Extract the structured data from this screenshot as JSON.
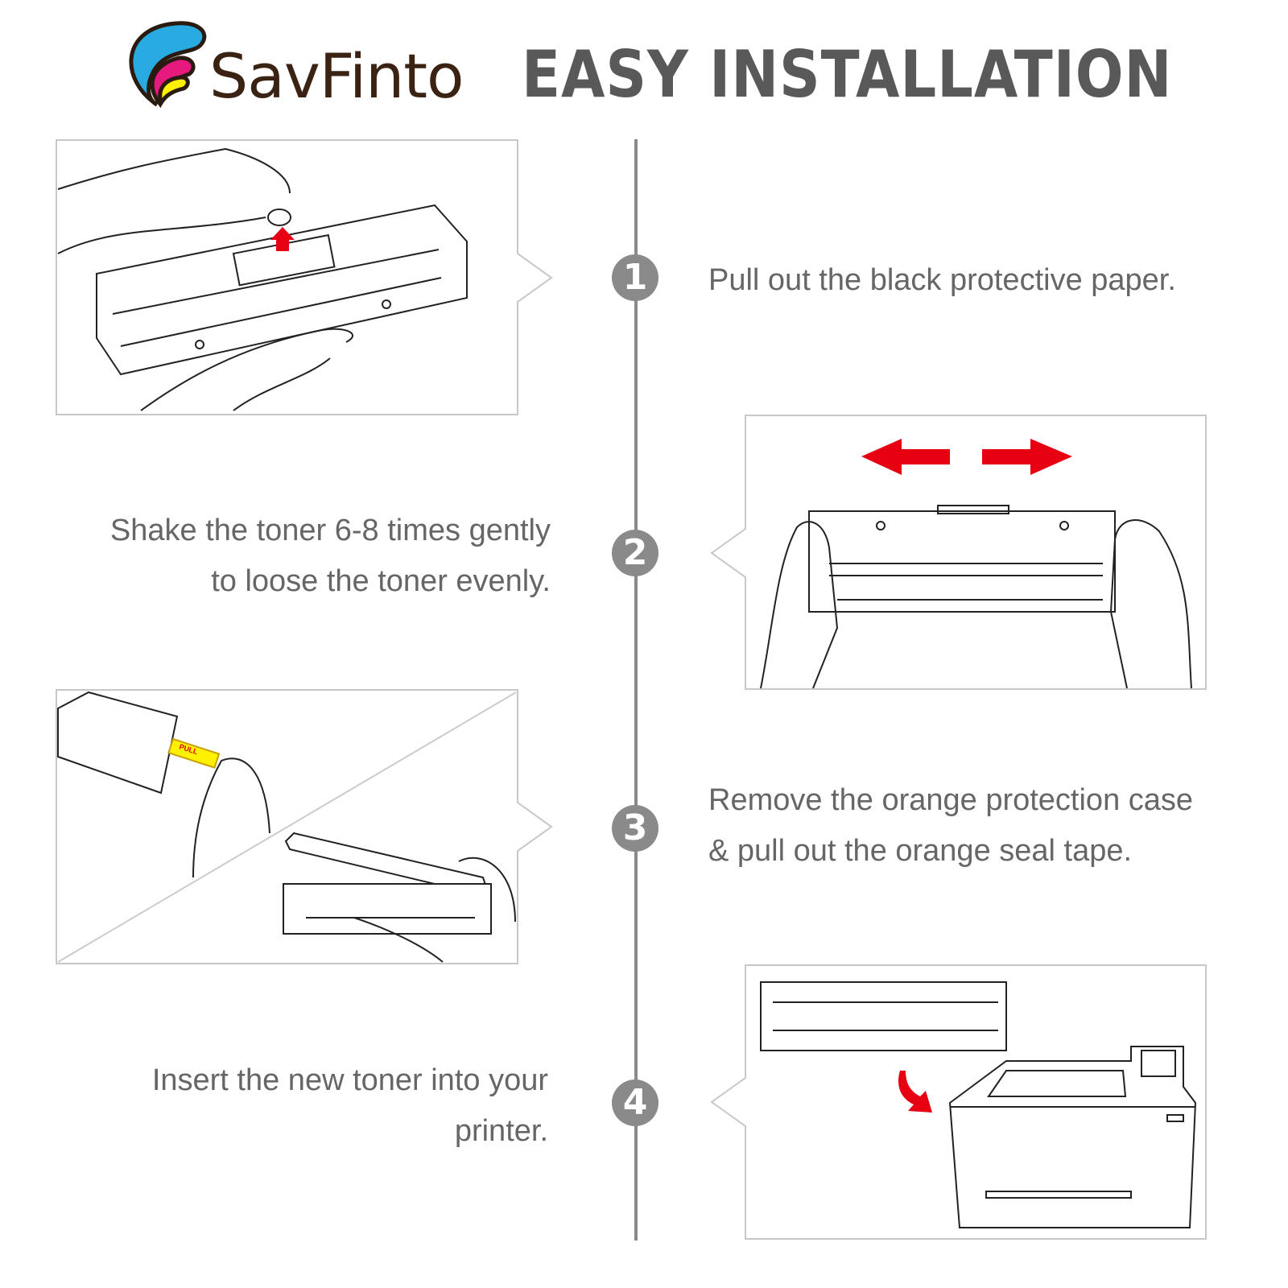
{
  "header": {
    "brand": "SavFinto",
    "title": "EASY INSTALLATION"
  },
  "colors": {
    "logo_blue": "#29abe2",
    "logo_magenta": "#e6197e",
    "logo_yellow": "#fff100",
    "brand_text": "#3b2314",
    "accent_red": "#e60012",
    "step_gray": "#8a8a8a"
  },
  "steps": [
    {
      "number": "1",
      "lines": [
        "Pull out the black protective paper."
      ]
    },
    {
      "number": "2",
      "lines": [
        "Shake the toner 6-8 times gently",
        "to loose the toner evenly."
      ]
    },
    {
      "number": "3",
      "lines": [
        "Remove the orange protection case",
        "& pull out the orange seal tape."
      ]
    },
    {
      "number": "4",
      "lines": [
        "Insert the new toner into your",
        "printer."
      ]
    }
  ],
  "illustration_labels": {
    "seal_tab": "PULL"
  }
}
